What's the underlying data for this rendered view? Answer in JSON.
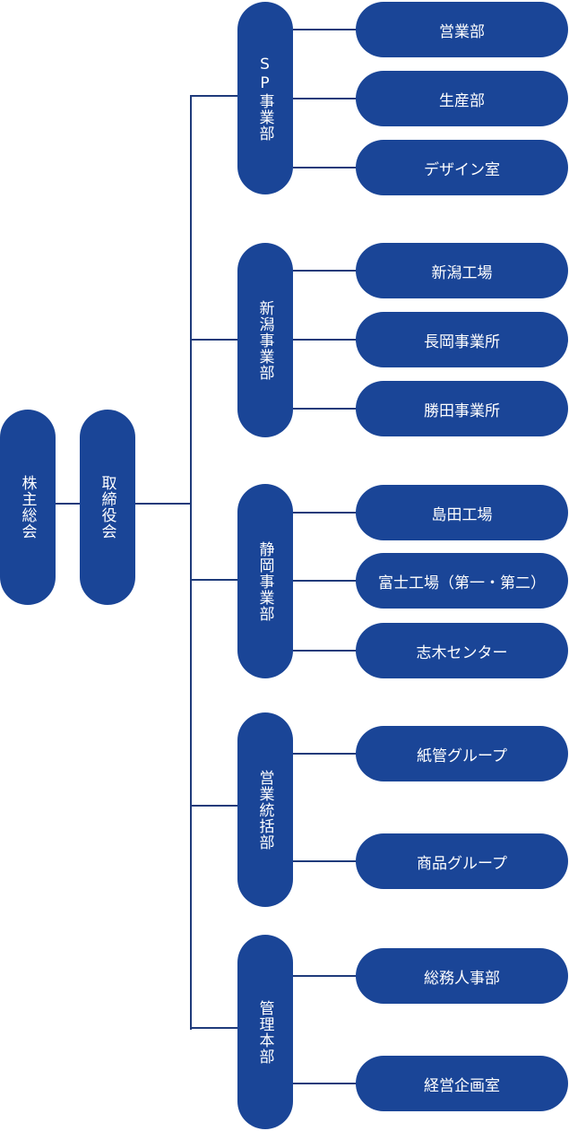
{
  "top": {
    "shareholders": "株主総会",
    "board": "取締役会"
  },
  "divisions": [
    {
      "name": "SP事業部",
      "units": [
        "営業部",
        "生産部",
        "デザイン室"
      ]
    },
    {
      "name": "新潟事業部",
      "units": [
        "新潟工場",
        "長岡事業所",
        "勝田事業所"
      ]
    },
    {
      "name": "静岡事業部",
      "units": [
        "島田工場",
        "富士工場（第一・第二）",
        "志木センター"
      ]
    },
    {
      "name": "営業統括部",
      "units": [
        "紙管グループ",
        "商品グループ"
      ]
    },
    {
      "name": "管理本部",
      "units": [
        "総務人事部",
        "経営企画室"
      ]
    }
  ],
  "colors": {
    "box": "#1a4597",
    "line": "#1e3a7a"
  }
}
